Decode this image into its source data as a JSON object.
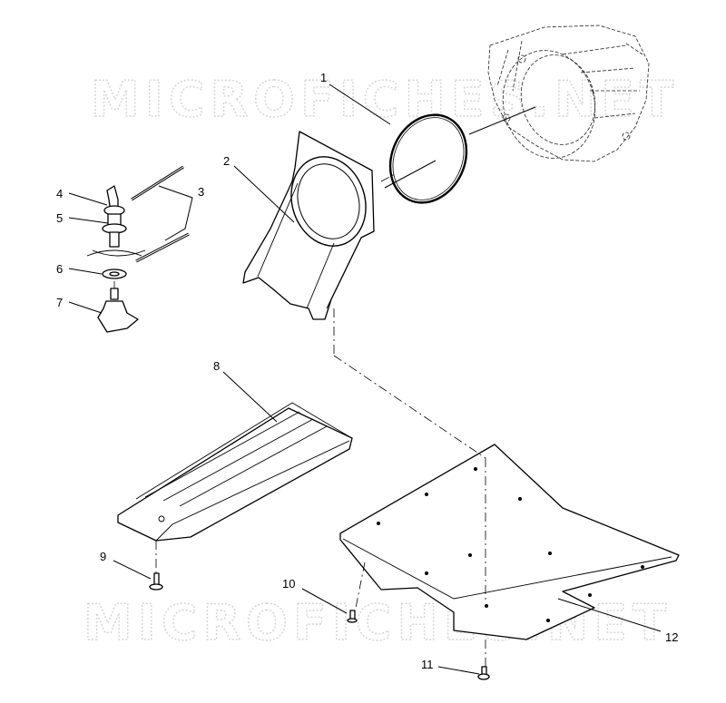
{
  "watermark": {
    "text_top": "MICROFICHES.NET",
    "text_bottom": "MICROFICHES.NET"
  },
  "callouts": [
    {
      "id": "1",
      "text": "1"
    },
    {
      "id": "2",
      "text": "2"
    },
    {
      "id": "3",
      "text": "3"
    },
    {
      "id": "4",
      "text": "4"
    },
    {
      "id": "5",
      "text": "5"
    },
    {
      "id": "6",
      "text": "6"
    },
    {
      "id": "7",
      "text": "7"
    },
    {
      "id": "8",
      "text": "8"
    },
    {
      "id": "9",
      "text": "9"
    },
    {
      "id": "10",
      "text": "10"
    },
    {
      "id": "11",
      "text": "11"
    },
    {
      "id": "12",
      "text": "12"
    }
  ]
}
